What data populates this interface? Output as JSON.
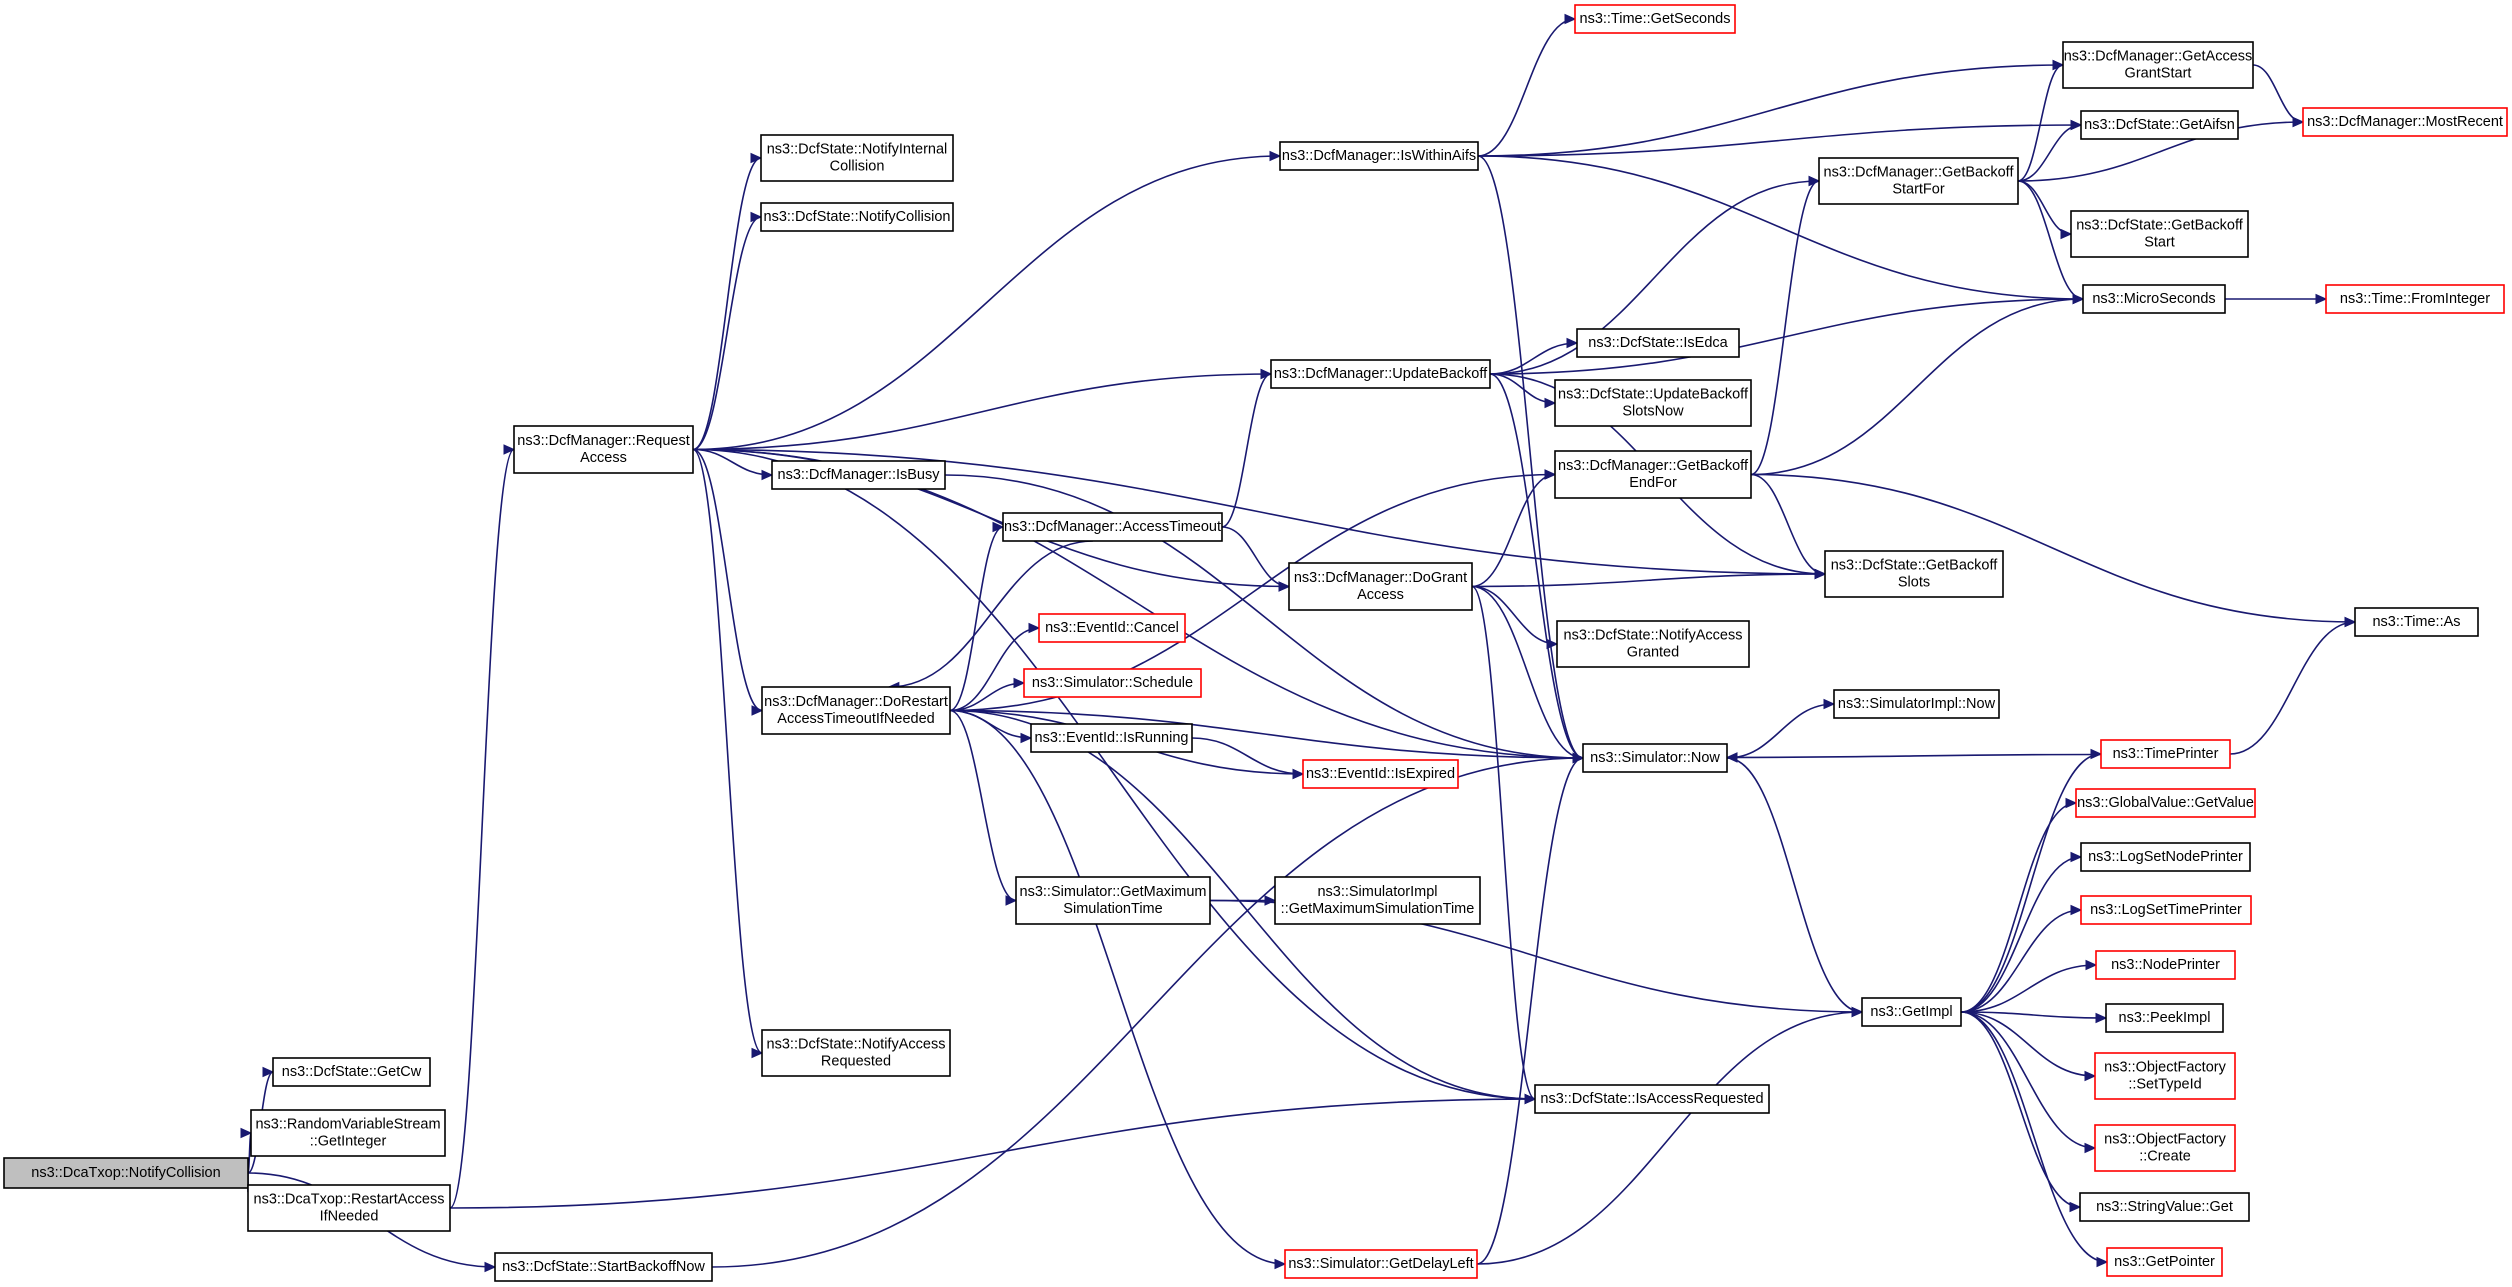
{
  "nodes": [
    {
      "id": "notifyCollision",
      "lines": [
        "ns3::DcaTxop::NotifyCollision"
      ],
      "kind": "root"
    },
    {
      "id": "getCw",
      "lines": [
        "ns3::DcfState::GetCw"
      ],
      "kind": "normal"
    },
    {
      "id": "rvsGetInteger",
      "lines": [
        "ns3::RandomVariableStream",
        "::GetInteger"
      ],
      "kind": "normal"
    },
    {
      "id": "restartAccessIfNeeded",
      "lines": [
        "ns3::DcaTxop::RestartAccess",
        "IfNeeded"
      ],
      "kind": "normal"
    },
    {
      "id": "startBackoffNow",
      "lines": [
        "ns3::DcfState::StartBackoffNow"
      ],
      "kind": "normal"
    },
    {
      "id": "requestAccess",
      "lines": [
        "ns3::DcfManager::Request",
        "Access"
      ],
      "kind": "normal"
    },
    {
      "id": "notifyInternalCollision",
      "lines": [
        "ns3::DcfState::NotifyInternal",
        "Collision"
      ],
      "kind": "normal"
    },
    {
      "id": "dcfStateNotifyCollision",
      "lines": [
        "ns3::DcfState::NotifyCollision"
      ],
      "kind": "normal"
    },
    {
      "id": "isBusy",
      "lines": [
        "ns3::DcfManager::IsBusy"
      ],
      "kind": "normal"
    },
    {
      "id": "doRestart",
      "lines": [
        "ns3::DcfManager::DoRestart",
        "AccessTimeoutIfNeeded"
      ],
      "kind": "normal"
    },
    {
      "id": "notifyAccessRequested",
      "lines": [
        "ns3::DcfState::NotifyAccess",
        "Requested"
      ],
      "kind": "normal"
    },
    {
      "id": "accessTimeout",
      "lines": [
        "ns3::DcfManager::AccessTimeout"
      ],
      "kind": "normal"
    },
    {
      "id": "eventCancel",
      "lines": [
        "ns3::EventId::Cancel"
      ],
      "kind": "red"
    },
    {
      "id": "simSchedule",
      "lines": [
        "ns3::Simulator::Schedule"
      ],
      "kind": "red"
    },
    {
      "id": "eventIsRunning",
      "lines": [
        "ns3::EventId::IsRunning"
      ],
      "kind": "normal"
    },
    {
      "id": "simGetMax",
      "lines": [
        "ns3::Simulator::GetMaximum",
        "SimulationTime"
      ],
      "kind": "normal"
    },
    {
      "id": "implGetMax",
      "lines": [
        "ns3::SimulatorImpl",
        "::GetMaximumSimulationTime"
      ],
      "kind": "normal"
    },
    {
      "id": "isWithinAifs",
      "lines": [
        "ns3::DcfManager::IsWithinAifs"
      ],
      "kind": "normal"
    },
    {
      "id": "updateBackoff",
      "lines": [
        "ns3::DcfManager::UpdateBackoff"
      ],
      "kind": "normal"
    },
    {
      "id": "doGrantAccess",
      "lines": [
        "ns3::DcfManager::DoGrant",
        "Access"
      ],
      "kind": "normal"
    },
    {
      "id": "timeGetSeconds",
      "lines": [
        "ns3::Time::GetSeconds"
      ],
      "kind": "red"
    },
    {
      "id": "isEdca",
      "lines": [
        "ns3::DcfState::IsEdca"
      ],
      "kind": "normal"
    },
    {
      "id": "updateBackoffSlotsNow",
      "lines": [
        "ns3::DcfState::UpdateBackoff",
        "SlotsNow"
      ],
      "kind": "normal"
    },
    {
      "id": "getBackoffEndFor",
      "lines": [
        "ns3::DcfManager::GetBackoff",
        "EndFor"
      ],
      "kind": "normal"
    },
    {
      "id": "notifyAccessGranted",
      "lines": [
        "ns3::DcfState::NotifyAccess",
        "Granted"
      ],
      "kind": "normal"
    },
    {
      "id": "eventIsExpired",
      "lines": [
        "ns3::EventId::IsExpired"
      ],
      "kind": "red"
    },
    {
      "id": "simNow",
      "lines": [
        "ns3::Simulator::Now"
      ],
      "kind": "normal"
    },
    {
      "id": "simImplNow",
      "lines": [
        "ns3::SimulatorImpl::Now"
      ],
      "kind": "normal"
    },
    {
      "id": "isAccessRequested",
      "lines": [
        "ns3::DcfState::IsAccessRequested"
      ],
      "kind": "normal"
    },
    {
      "id": "getDelayLeft",
      "lines": [
        "ns3::Simulator::GetDelayLeft"
      ],
      "kind": "red"
    },
    {
      "id": "getAccessGrantStart",
      "lines": [
        "ns3::DcfManager::GetAccess",
        "GrantStart"
      ],
      "kind": "normal"
    },
    {
      "id": "getAifsn",
      "lines": [
        "ns3::DcfState::GetAifsn"
      ],
      "kind": "normal"
    },
    {
      "id": "getBackoffStartFor",
      "lines": [
        "ns3::DcfManager::GetBackoff",
        "StartFor"
      ],
      "kind": "normal"
    },
    {
      "id": "getBackoffStart",
      "lines": [
        "ns3::DcfState::GetBackoff",
        "Start"
      ],
      "kind": "normal"
    },
    {
      "id": "getBackoffSlots",
      "lines": [
        "ns3::DcfState::GetBackoff",
        "Slots"
      ],
      "kind": "normal"
    },
    {
      "id": "mostRecent",
      "lines": [
        "ns3::DcfManager::MostRecent"
      ],
      "kind": "red"
    },
    {
      "id": "microSeconds",
      "lines": [
        "ns3::MicroSeconds"
      ],
      "kind": "normal"
    },
    {
      "id": "timeFromInteger",
      "lines": [
        "ns3::Time::FromInteger"
      ],
      "kind": "red"
    },
    {
      "id": "timeAs",
      "lines": [
        "ns3::Time::As"
      ],
      "kind": "normal"
    },
    {
      "id": "timePrinter",
      "lines": [
        "ns3::TimePrinter"
      ],
      "kind": "red"
    },
    {
      "id": "globalValueGetValue",
      "lines": [
        "ns3::GlobalValue::GetValue"
      ],
      "kind": "red"
    },
    {
      "id": "logSetNodePrinter",
      "lines": [
        "ns3::LogSetNodePrinter"
      ],
      "kind": "normal"
    },
    {
      "id": "logSetTimePrinter",
      "lines": [
        "ns3::LogSetTimePrinter"
      ],
      "kind": "red"
    },
    {
      "id": "nodePrinter",
      "lines": [
        "ns3::NodePrinter"
      ],
      "kind": "red"
    },
    {
      "id": "getImpl",
      "lines": [
        "ns3::GetImpl"
      ],
      "kind": "normal"
    },
    {
      "id": "peekImpl",
      "lines": [
        "ns3::PeekImpl"
      ],
      "kind": "normal"
    },
    {
      "id": "ofSetTypeId",
      "lines": [
        "ns3::ObjectFactory",
        "::SetTypeId"
      ],
      "kind": "red"
    },
    {
      "id": "ofCreate",
      "lines": [
        "ns3::ObjectFactory",
        "::Create"
      ],
      "kind": "red"
    },
    {
      "id": "stringValueGet",
      "lines": [
        "ns3::StringValue::Get"
      ],
      "kind": "normal"
    },
    {
      "id": "getPointer",
      "lines": [
        "ns3::GetPointer"
      ],
      "kind": "red"
    }
  ],
  "edges": [
    [
      "notifyCollision",
      "getCw"
    ],
    [
      "notifyCollision",
      "rvsGetInteger"
    ],
    [
      "notifyCollision",
      "restartAccessIfNeeded"
    ],
    [
      "notifyCollision",
      "startBackoffNow"
    ],
    [
      "restartAccessIfNeeded",
      "requestAccess"
    ],
    [
      "restartAccessIfNeeded",
      "isAccessRequested"
    ],
    [
      "startBackoffNow",
      "simNow"
    ],
    [
      "requestAccess",
      "notifyInternalCollision"
    ],
    [
      "requestAccess",
      "dcfStateNotifyCollision"
    ],
    [
      "requestAccess",
      "isWithinAifs"
    ],
    [
      "requestAccess",
      "updateBackoff"
    ],
    [
      "requestAccess",
      "isBusy"
    ],
    [
      "requestAccess",
      "doGrantAccess"
    ],
    [
      "requestAccess",
      "getBackoffSlots"
    ],
    [
      "requestAccess",
      "doRestart"
    ],
    [
      "requestAccess",
      "notifyAccessRequested"
    ],
    [
      "requestAccess",
      "isAccessRequested"
    ],
    [
      "requestAccess",
      "simNow"
    ],
    [
      "isBusy",
      "simNow"
    ],
    [
      "doRestart",
      "accessTimeout"
    ],
    [
      "doRestart",
      "eventCancel"
    ],
    [
      "doRestart",
      "simSchedule"
    ],
    [
      "doRestart",
      "eventIsRunning"
    ],
    [
      "doRestart",
      "eventIsExpired"
    ],
    [
      "doRestart",
      "simNow"
    ],
    [
      "doRestart",
      "simGetMax"
    ],
    [
      "doRestart",
      "getBackoffEndFor"
    ],
    [
      "doRestart",
      "isAccessRequested"
    ],
    [
      "doRestart",
      "getDelayLeft"
    ],
    [
      "accessTimeout",
      "doRestart"
    ],
    [
      "accessTimeout",
      "updateBackoff"
    ],
    [
      "accessTimeout",
      "doGrantAccess"
    ],
    [
      "eventIsRunning",
      "eventIsExpired"
    ],
    [
      "simGetMax",
      "implGetMax"
    ],
    [
      "simGetMax",
      "getImpl"
    ],
    [
      "isWithinAifs",
      "timeGetSeconds"
    ],
    [
      "isWithinAifs",
      "getAccessGrantStart"
    ],
    [
      "isWithinAifs",
      "getAifsn"
    ],
    [
      "isWithinAifs",
      "microSeconds"
    ],
    [
      "isWithinAifs",
      "simNow"
    ],
    [
      "updateBackoff",
      "getBackoffStartFor"
    ],
    [
      "updateBackoff",
      "microSeconds"
    ],
    [
      "updateBackoff",
      "isEdca"
    ],
    [
      "updateBackoff",
      "updateBackoffSlotsNow"
    ],
    [
      "updateBackoff",
      "getBackoffSlots"
    ],
    [
      "updateBackoff",
      "simNow"
    ],
    [
      "doGrantAccess",
      "getBackoffEndFor"
    ],
    [
      "doGrantAccess",
      "getBackoffSlots"
    ],
    [
      "doGrantAccess",
      "notifyAccessGranted"
    ],
    [
      "doGrantAccess",
      "simNow"
    ],
    [
      "doGrantAccess",
      "isAccessRequested"
    ],
    [
      "getBackoffEndFor",
      "getBackoffStartFor"
    ],
    [
      "getBackoffEndFor",
      "microSeconds"
    ],
    [
      "getBackoffEndFor",
      "getBackoffSlots"
    ],
    [
      "getBackoffEndFor",
      "timeAs"
    ],
    [
      "getBackoffStartFor",
      "getAccessGrantStart"
    ],
    [
      "getBackoffStartFor",
      "getAifsn"
    ],
    [
      "getBackoffStartFor",
      "mostRecent"
    ],
    [
      "getBackoffStartFor",
      "getBackoffStart"
    ],
    [
      "getBackoffStartFor",
      "microSeconds"
    ],
    [
      "getAccessGrantStart",
      "mostRecent"
    ],
    [
      "microSeconds",
      "timeFromInteger"
    ],
    [
      "simNow",
      "simImplNow"
    ],
    [
      "simNow",
      "getImpl"
    ],
    [
      "timePrinter",
      "simNow"
    ],
    [
      "timePrinter",
      "timeAs"
    ],
    [
      "getDelayLeft",
      "simNow"
    ],
    [
      "getDelayLeft",
      "getImpl"
    ],
    [
      "getImpl",
      "timePrinter"
    ],
    [
      "getImpl",
      "globalValueGetValue"
    ],
    [
      "getImpl",
      "logSetNodePrinter"
    ],
    [
      "getImpl",
      "logSetTimePrinter"
    ],
    [
      "getImpl",
      "nodePrinter"
    ],
    [
      "getImpl",
      "peekImpl"
    ],
    [
      "getImpl",
      "ofSetTypeId"
    ],
    [
      "getImpl",
      "ofCreate"
    ],
    [
      "getImpl",
      "stringValueGet"
    ],
    [
      "getImpl",
      "getPointer"
    ]
  ],
  "colors": {
    "edge": "#191970",
    "red_border": "#ff0000",
    "root_fill": "#bfbfbf"
  }
}
